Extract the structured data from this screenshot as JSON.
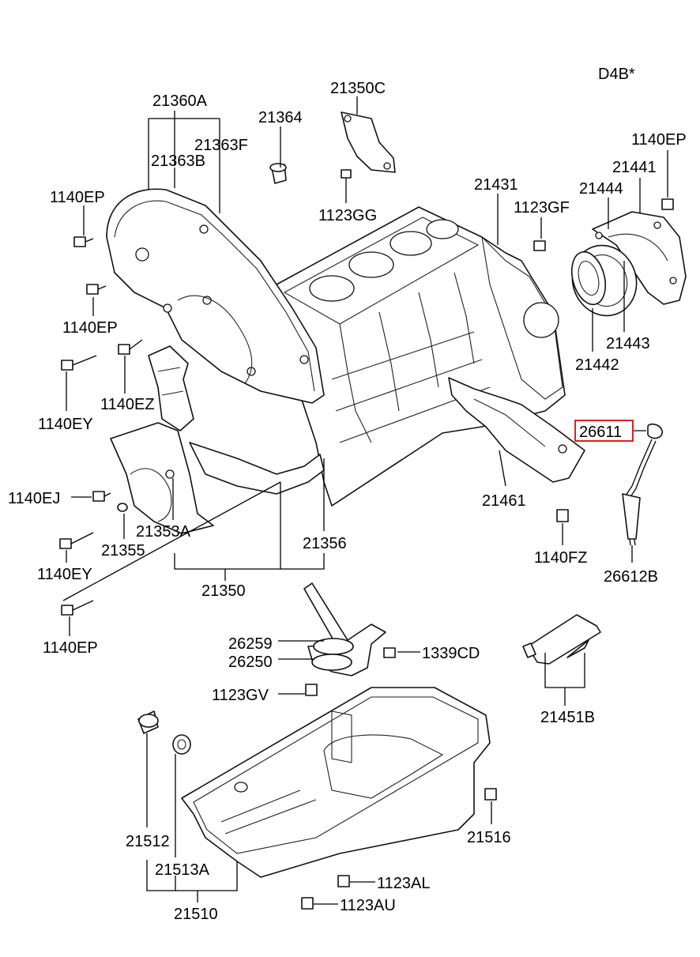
{
  "engine_code": "D4B*",
  "highlight_color": "#e02020",
  "highlighted_part": "26611",
  "labels": {
    "p21360A": "21360A",
    "p21363F": "21363F",
    "p21363B": "21363B",
    "p21364": "21364",
    "p21350C": "21350C",
    "p1123GG": "1123GG",
    "p1140EP_tr": "1140EP",
    "p21441": "21441",
    "p21444": "21444",
    "p21431": "21431",
    "p1123GF": "1123GF",
    "p1140EP_l1": "1140EP",
    "p1140EP_l2": "1140EP",
    "p1140EZ": "1140EZ",
    "p1140EY_1": "1140EY",
    "p21443": "21443",
    "p21442": "21442",
    "p26611": "26611",
    "p21461": "21461",
    "p1140EJ": "1140EJ",
    "p21353A": "21353A",
    "p21355": "21355",
    "p21356": "21356",
    "p1140FZ": "1140FZ",
    "p26612B": "26612B",
    "p1140EY_2": "1140EY",
    "p21350": "21350",
    "p1140EP_b": "1140EP",
    "p26259": "26259",
    "p26250": "26250",
    "p1339CD": "1339CD",
    "p1123GV": "1123GV",
    "p21451B": "21451B",
    "p21512": "21512",
    "p21513A": "21513A",
    "p21516": "21516",
    "p1123AL": "1123AL",
    "p21510": "21510",
    "p1123AU": "1123AU"
  }
}
